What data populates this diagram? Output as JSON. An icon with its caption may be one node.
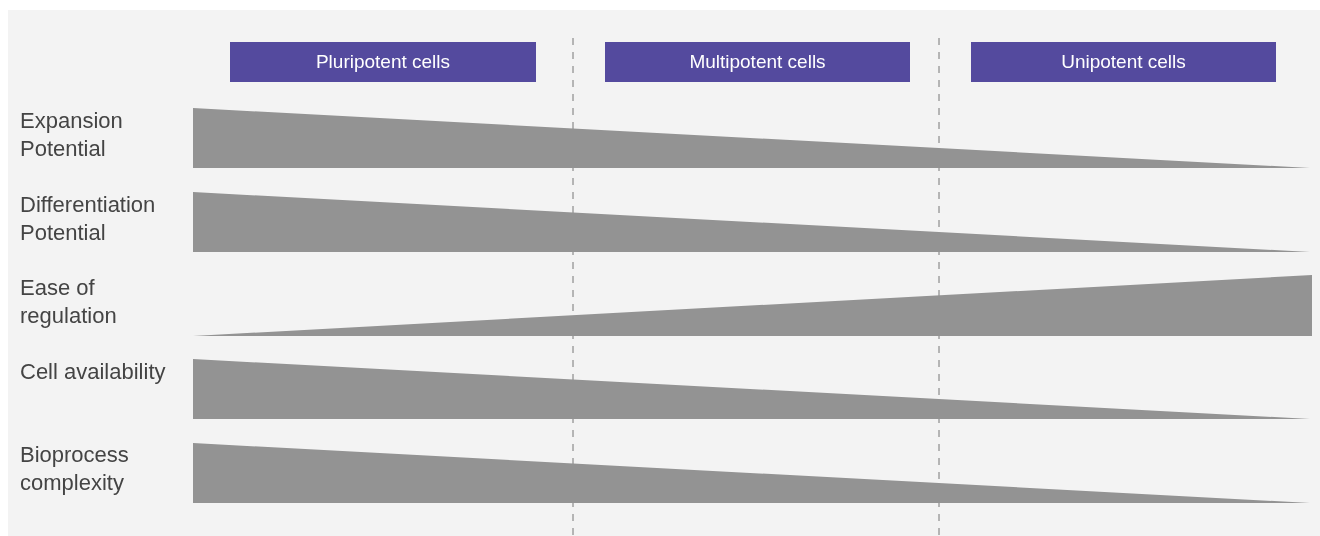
{
  "diagram": {
    "nodes": [
      {
        "text": [
          "Pluripotent cells"
        ]
      },
      {
        "text": [
          "Multipotent cells"
        ]
      },
      {
        "text": [
          "Unipotent cells"
        ]
      },
      {
        "text": [],
        "shape": "triangle"
      },
      {
        "text": [],
        "shape": "triangle"
      },
      {
        "text": [],
        "shape": "triangle"
      },
      {
        "text": [],
        "shape": "triangle"
      },
      {
        "text": [],
        "shape": "triangle"
      }
    ],
    "labels": [
      "Expansion Potential",
      "Differentiation Potential",
      "Ease of regulation",
      "Cell availability",
      "Bioprocess complexity"
    ]
  }
}
